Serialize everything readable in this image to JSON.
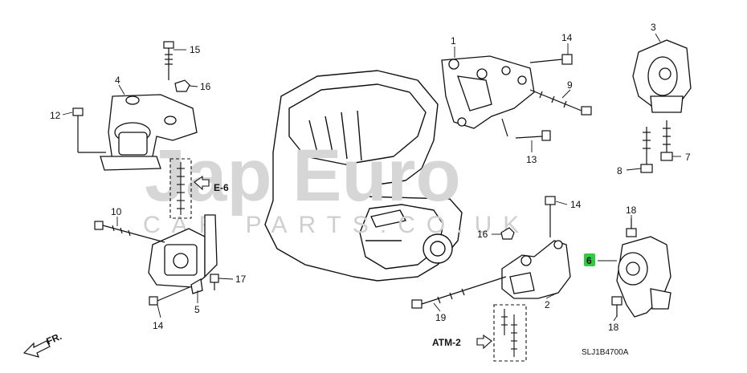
{
  "watermark": {
    "line1": "Jap Euro",
    "line2": "CAR PARTS.CO.UK"
  },
  "callouts": {
    "c1": "1",
    "c2": "2",
    "c3": "3",
    "c4": "4",
    "c5": "5",
    "c6": "6",
    "c7": "7",
    "c8": "8",
    "c9": "9",
    "c10": "10",
    "c12": "12",
    "c13": "13",
    "c14a": "14",
    "c14b": "14",
    "c14c": "14",
    "c15": "15",
    "c16a": "16",
    "c16b": "16",
    "c17": "17",
    "c18a": "18",
    "c18b": "18",
    "c19": "19"
  },
  "references": {
    "e6": "E-6",
    "atm2": "ATM-2",
    "front": "FR."
  },
  "diagram_code": "SLJ1B4700A",
  "colors": {
    "highlight": "#2ecc40",
    "ink": "#111111",
    "watermark": "#d6d6d6"
  }
}
